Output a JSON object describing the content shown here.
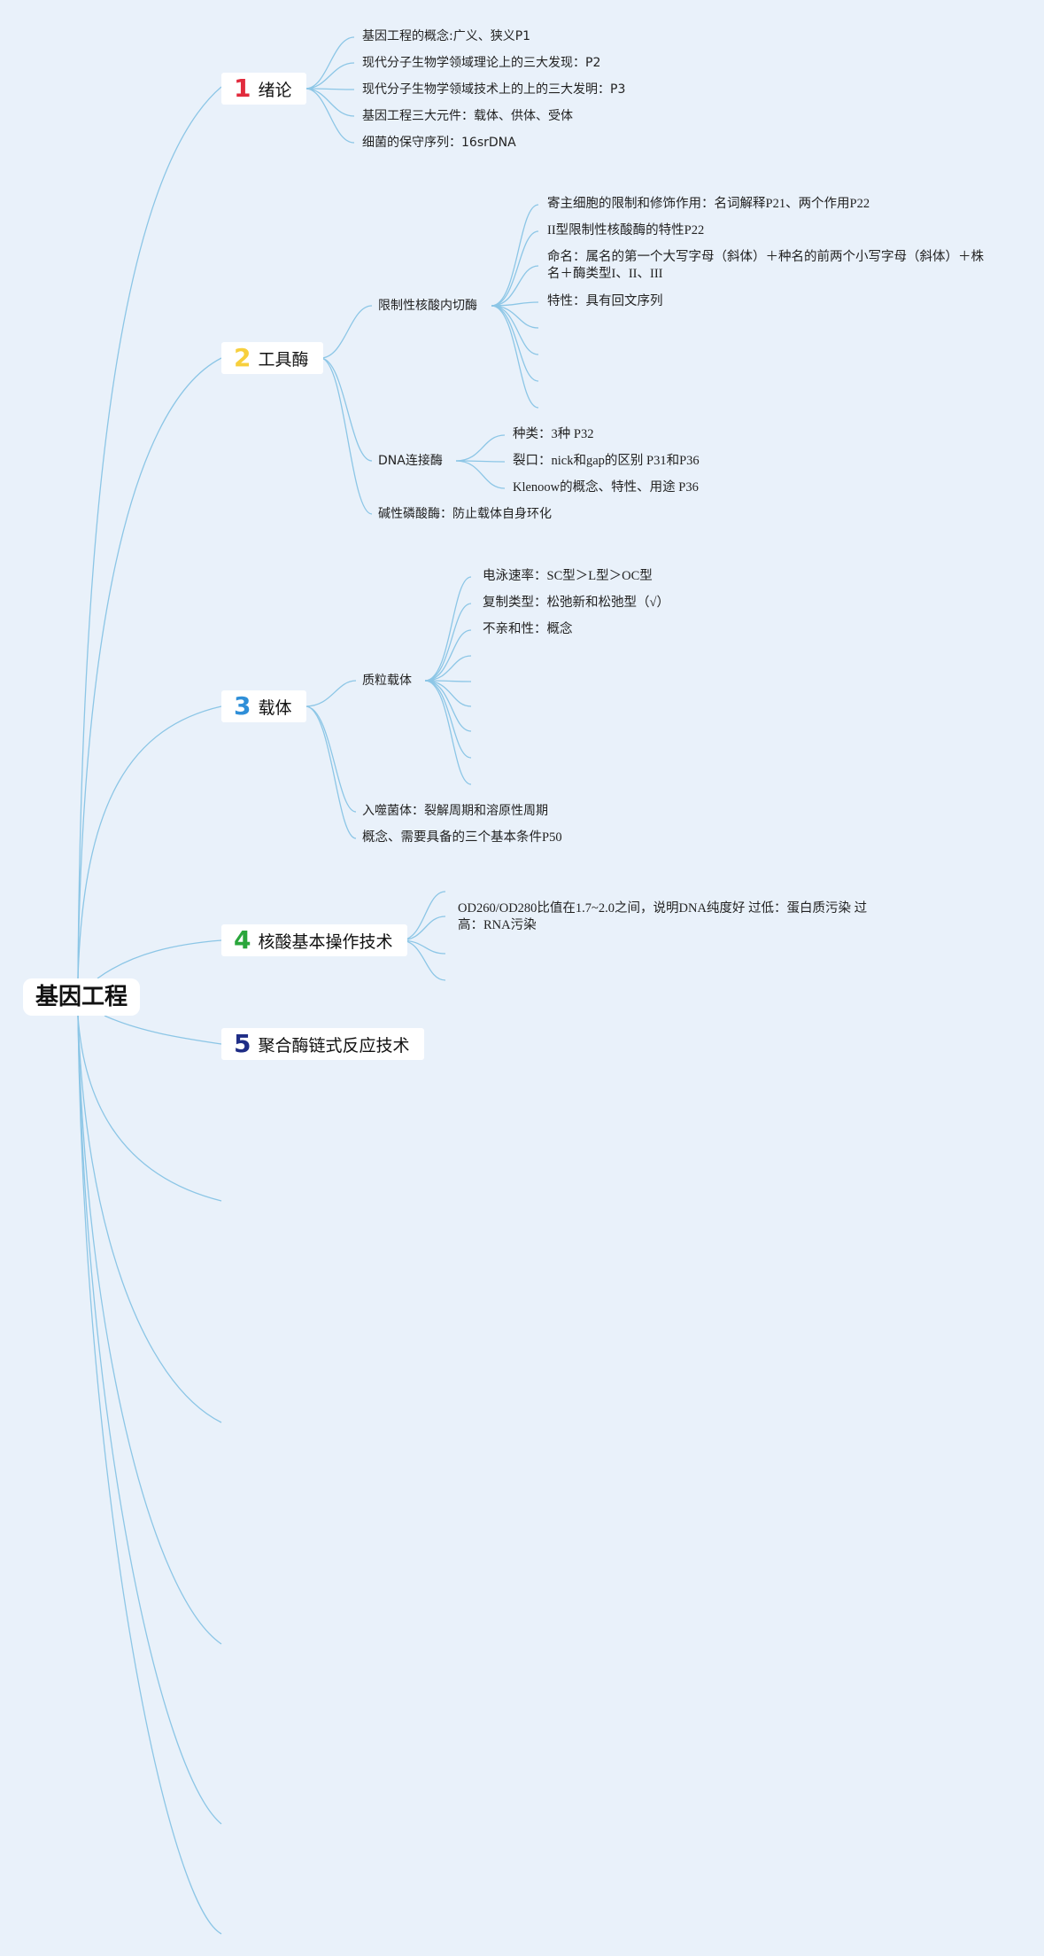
{
  "root": "基因工程",
  "colors": {
    "line": "#8cc6e6",
    "background": "#e9f1fa",
    "n1": "#e12b3d",
    "n2": "#f7cf3d",
    "n3": "#2f8fd8",
    "n4": "#2aa63b",
    "n5": "#1f2d86"
  },
  "topics": [
    {
      "num": "1",
      "label": "绪论"
    },
    {
      "num": "2",
      "label": "工具酶"
    },
    {
      "num": "3",
      "label": "载体"
    },
    {
      "num": "4",
      "label": "核酸基本操作技术"
    },
    {
      "num": "5",
      "label": "聚合酶链式反应技术"
    }
  ],
  "t1": [
    "基因工程的概念:广义、狭义P1",
    "现代分子生物学领域理论上的三大发现：P2",
    "现代分子生物学领域技术上的上的三大发明：P3",
    "基因工程三大元件：载体、供体、受体",
    "细菌的保守序列：16srDNA"
  ],
  "t2": {
    "restriction": {
      "label": "限制性核酸内切酶",
      "items": [
        "寄主细胞的限制和修饰作用：名词解释P21、两个作用P22",
        "II型限制性核酸酶的特性P22",
        "命名：属名的第一个大写字母（斜体）＋种名的前两个小写字母（斜体）＋株名＋酶类型I、II、III",
        "特性：具有回文序列"
      ]
    },
    "ligase": {
      "label": "DNA连接酶",
      "items": [
        "种类：3种 P32",
        "裂口：nick和gap的区别 P31和P36",
        "Klenoow的概念、特性、用途 P36"
      ]
    },
    "phosphatase": "碱性磷酸酶：防止载体自身环化"
  },
  "t3": {
    "plasmid": {
      "label": "质粒载体",
      "items": [
        "电泳速率：SC型＞L型＞OC型",
        "复制类型：松弛新和松弛型（√）",
        "不亲和性：概念"
      ]
    },
    "phage": "入噬菌体：裂解周期和溶原性周期",
    "cosmid": "概念、需要具备的三个基本条件P50"
  },
  "t4": {
    "items": [
      "OD260/OD280比值在1.7~2.0之间，说明DNA纯度好 过低：蛋白质污染 过高：RNA污染"
    ]
  }
}
